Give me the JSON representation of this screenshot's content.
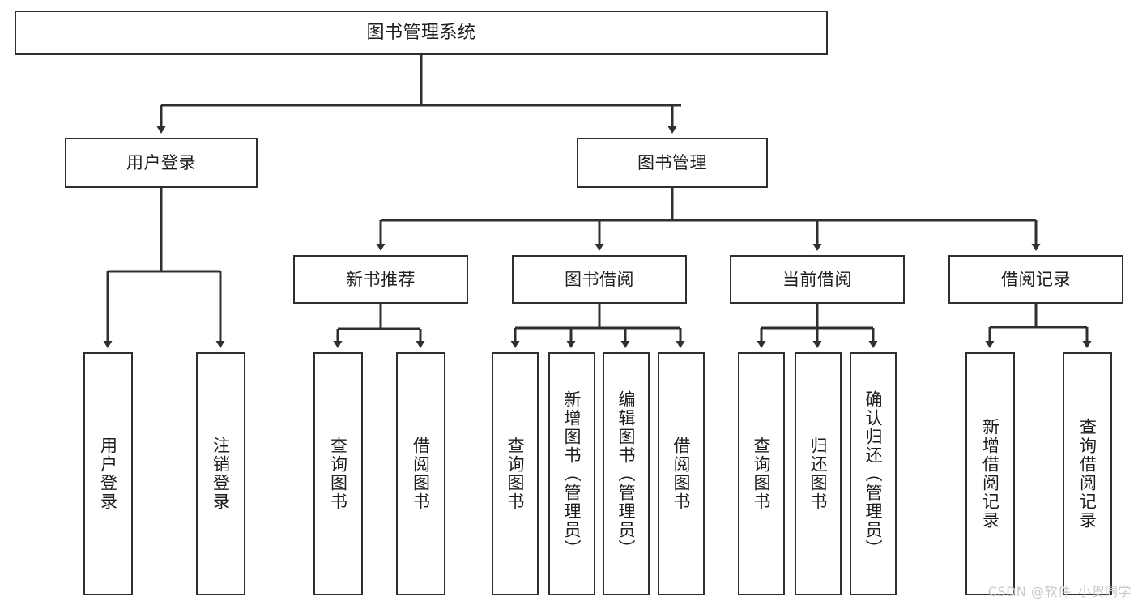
{
  "diagram": {
    "title": "图书管理系统",
    "type": "hierarchy-tree",
    "background_color": "#ffffff",
    "line_color": "#2f2f2f",
    "text_color": "#1d1d1d",
    "levels": 4,
    "root": {
      "id": "root",
      "label": "图书管理系统",
      "orientation": "horizontal"
    },
    "level2": [
      {
        "id": "user-login",
        "label": "用户登录",
        "orientation": "horizontal"
      },
      {
        "id": "book-manage",
        "label": "图书管理",
        "orientation": "horizontal"
      }
    ],
    "level3": [
      {
        "id": "new-book-rec",
        "label": "新书推荐",
        "orientation": "horizontal",
        "parent": "book-manage"
      },
      {
        "id": "book-borrow",
        "label": "图书借阅",
        "orientation": "horizontal",
        "parent": "book-manage"
      },
      {
        "id": "current-borrow",
        "label": "当前借阅",
        "orientation": "horizontal",
        "parent": "book-manage"
      },
      {
        "id": "borrow-record",
        "label": "借阅记录",
        "orientation": "horizontal",
        "parent": "book-manage"
      }
    ],
    "leaves": [
      {
        "id": "leaf-user-login",
        "label": "用户登录",
        "orientation": "vertical",
        "parent": "user-login"
      },
      {
        "id": "leaf-user-logout",
        "label": "注销登录",
        "orientation": "vertical",
        "parent": "user-login"
      },
      {
        "id": "leaf-query-book-1",
        "label": "查询图书",
        "orientation": "vertical",
        "parent": "new-book-rec"
      },
      {
        "id": "leaf-borrow-book-1",
        "label": "借阅图书",
        "orientation": "vertical",
        "parent": "new-book-rec"
      },
      {
        "id": "leaf-query-book-2",
        "label": "查询图书",
        "orientation": "vertical",
        "parent": "book-borrow"
      },
      {
        "id": "leaf-add-book",
        "label": "新增图书（管理员）",
        "orientation": "vertical",
        "parent": "book-borrow"
      },
      {
        "id": "leaf-edit-book",
        "label": "编辑图书（管理员）",
        "orientation": "vertical",
        "parent": "book-borrow"
      },
      {
        "id": "leaf-borrow-book-2",
        "label": "借阅图书",
        "orientation": "vertical",
        "parent": "book-borrow"
      },
      {
        "id": "leaf-query-book-3",
        "label": "查询图书",
        "orientation": "vertical",
        "parent": "current-borrow"
      },
      {
        "id": "leaf-return-book",
        "label": "归还图书",
        "orientation": "vertical",
        "parent": "current-borrow"
      },
      {
        "id": "leaf-confirm-return",
        "label": "确认归还（管理员）",
        "orientation": "vertical",
        "parent": "current-borrow"
      },
      {
        "id": "leaf-add-record",
        "label": "新增借阅记录",
        "orientation": "vertical",
        "parent": "borrow-record"
      },
      {
        "id": "leaf-query-record",
        "label": "查询借阅记录",
        "orientation": "vertical",
        "parent": "borrow-record"
      }
    ]
  },
  "watermark": {
    "text": "CSDN @软件_小贺同学"
  }
}
